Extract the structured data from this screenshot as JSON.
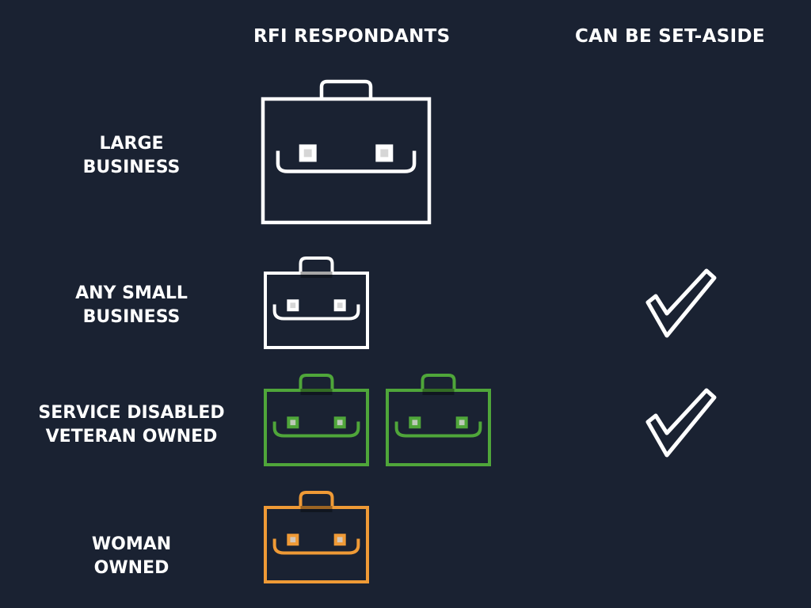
{
  "headers": {
    "respondents": "RFI RESPONDANTS",
    "set_aside": "CAN BE SET-ASIDE"
  },
  "colors": {
    "background": "#1a2232",
    "large_business": "#ffffff",
    "small_business": "#ffffff",
    "sdvo": "#4fa63a",
    "woman_owned": "#ef9a36",
    "checkmark": "#ffffff"
  },
  "rows": [
    {
      "label_line1": "LARGE",
      "label_line2": "BUSINESS",
      "briefcase_count": 1,
      "briefcase_color": "large_business",
      "can_be_set_aside": false
    },
    {
      "label_line1": "ANY SMALL",
      "label_line2": "BUSINESS",
      "briefcase_count": 1,
      "briefcase_color": "small_business",
      "can_be_set_aside": true
    },
    {
      "label_line1": "SERVICE DISABLED",
      "label_line2": "VETERAN OWNED",
      "briefcase_count": 2,
      "briefcase_color": "sdvo",
      "can_be_set_aside": true
    },
    {
      "label_line1": "WOMAN",
      "label_line2": "OWNED",
      "briefcase_count": 1,
      "briefcase_color": "woman_owned",
      "can_be_set_aside": false
    }
  ],
  "icons": {
    "briefcase": "briefcase-icon",
    "check": "checkmark-icon"
  }
}
